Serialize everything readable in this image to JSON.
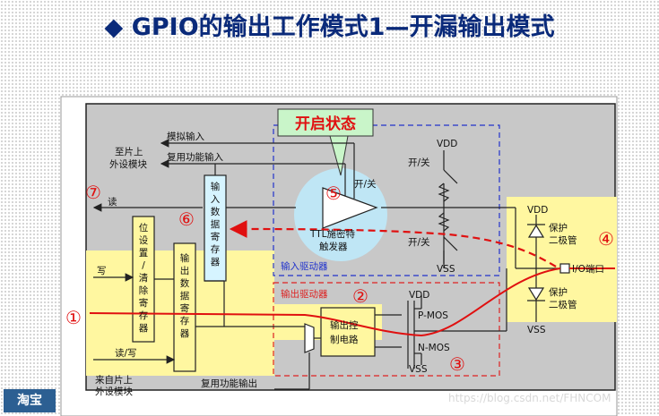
{
  "title": "◆ GPIO的输出工作模式1—开漏输出模式",
  "labels": {
    "open_state": "开启状态",
    "to_peripheral": [
      "至片上",
      "外设模块"
    ],
    "analog_input": "模拟输入",
    "alt_func_input": "复用功能输入",
    "read": "读",
    "write": "写",
    "read_write": "读/写",
    "from_peripheral": [
      "来自片上",
      "外设模块"
    ],
    "alt_func_output": "复用功能输出",
    "input_data_register": [
      "输",
      "入",
      "数",
      "据",
      "寄",
      "存",
      "器"
    ],
    "bit_set_reset_register": [
      "位",
      "设",
      "置",
      "/",
      "清",
      "除",
      "寄",
      "存",
      "器"
    ],
    "output_data_register": [
      "输",
      "出",
      "数",
      "据",
      "寄",
      "存",
      "器"
    ],
    "on_off": "开/关",
    "ttl_schmitt": [
      "TTL施密特",
      "触发器"
    ],
    "input_driver": "输入驱动器",
    "output_driver": "输出驱动器",
    "output_control": [
      "输出控",
      "制电路"
    ],
    "pmos": "P-MOS",
    "nmos": "N-MOS",
    "vdd": "VDD",
    "vss": "VSS",
    "protection_diode": [
      "保护",
      "二极管"
    ],
    "io_pin": "I/O端口"
  },
  "markers": [
    "①",
    "②",
    "③",
    "④",
    "⑤",
    "⑥",
    "⑦"
  ],
  "footer": {
    "brand": "淘宝",
    "watermark": "https://blog.csdn.net/FHNCOM"
  },
  "colors": {
    "title": "#0a2a7a",
    "highlight": "#fff7a0",
    "path_red": "#e01010",
    "ttl_circle": "#bfe6f5",
    "block_fill": "#fff7a0",
    "input_reg": "#d6f4ff",
    "panel": "#c8c8c8"
  }
}
